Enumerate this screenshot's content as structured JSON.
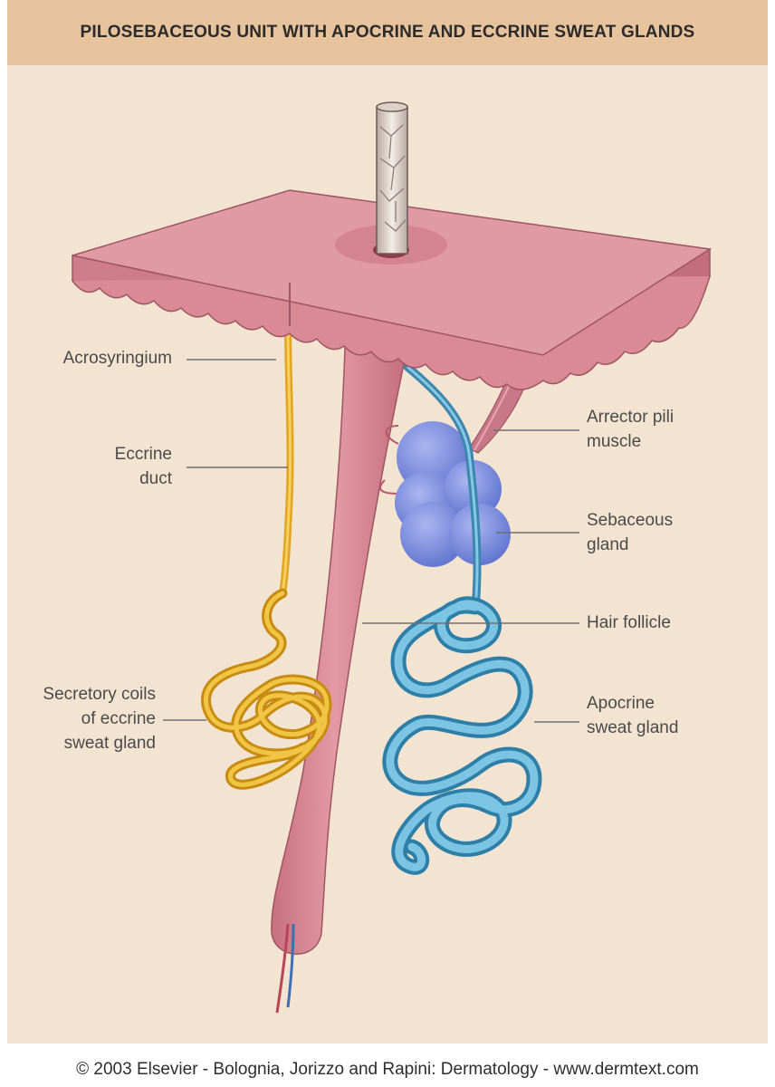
{
  "title": "PILOSEBACEOUS UNIT WITH APOCRINE AND ECCRINE SWEAT GLANDS",
  "labels": {
    "acrosyringium": "Acrosyringium",
    "eccrine_duct": [
      "Eccrine",
      "duct"
    ],
    "arrector_pili": [
      "Arrector pili",
      "muscle"
    ],
    "sebaceous_gland": [
      "Sebaceous",
      "gland"
    ],
    "hair_follicle": "Hair follicle",
    "secretory_coils": [
      "Secretory coils",
      "of eccrine",
      "sweat gland"
    ],
    "apocrine_gland": [
      "Apocrine",
      "sweat gland"
    ]
  },
  "footer": "© 2003 Elsevier - Bolognia, Jorizzo and Rapini: Dermatology - www.dermtext.com",
  "colors": {
    "background": "#f3e4d2",
    "title_bar": "#e6c39c",
    "skin": "#d98a95",
    "sebaceous": "#6f83d8",
    "apocrine": "#5aa9cf",
    "eccrine": "#e2a51f"
  }
}
